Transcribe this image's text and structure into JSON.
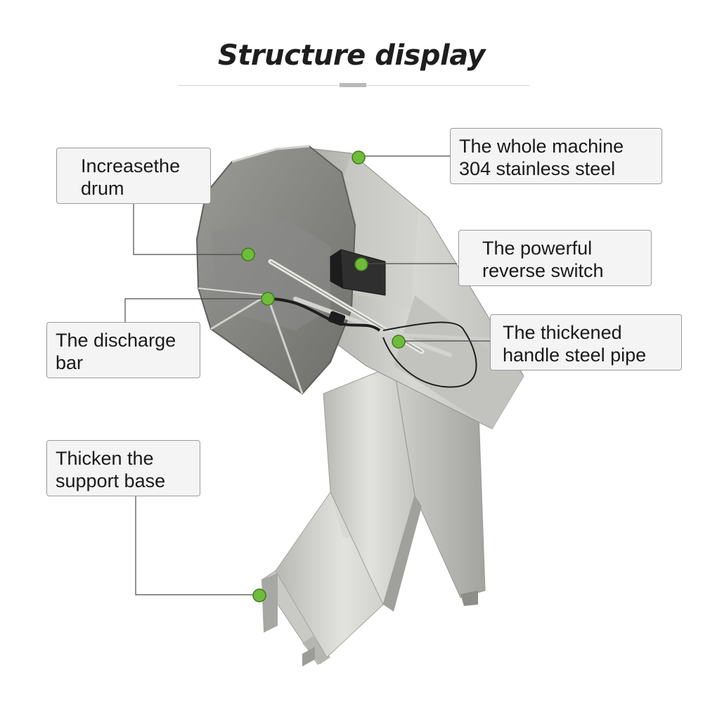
{
  "header": {
    "title": "Structure display"
  },
  "callouts": [
    {
      "id": "material",
      "lines": [
        "The whole machine",
        "304 stainless steel"
      ]
    },
    {
      "id": "drum",
      "lines": [
        "Increasethe",
        "drum"
      ]
    },
    {
      "id": "switch",
      "lines": [
        "The powerful",
        "reverse switch"
      ]
    },
    {
      "id": "discharge",
      "lines": [
        "The discharge",
        "bar"
      ]
    },
    {
      "id": "handle",
      "lines": [
        "The thickened",
        "handle steel pipe"
      ]
    },
    {
      "id": "base",
      "lines": [
        "Thicken the",
        "support base"
      ]
    }
  ],
  "colors": {
    "marker_green": "#6fbb3a",
    "steel_light": "#d9d9d7",
    "steel_mid": "#b3b3b0",
    "steel_dark": "#7d7d7a"
  },
  "icons": {
    "marker": "green-dot-icon"
  }
}
